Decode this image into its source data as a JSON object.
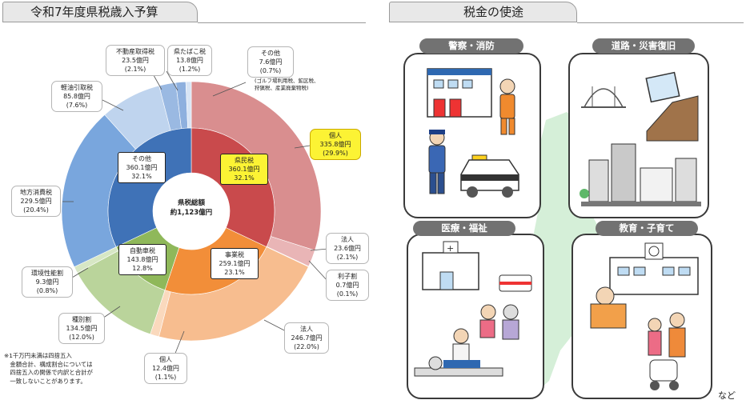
{
  "left_panel": {
    "title": "令和7年度県税歳入予算"
  },
  "right_panel": {
    "title": "税金の使途"
  },
  "center": {
    "line1": "県税総額",
    "line2": "約1,123億円"
  },
  "inner_ring": [
    {
      "name": "県民税",
      "amount": "360.1億円",
      "pct": "32.1%",
      "value": 360.1,
      "color": "#c94a4c"
    },
    {
      "name": "事業税",
      "amount": "259.1億円",
      "pct": "23.1%",
      "value": 259.1,
      "color": "#f28e39"
    },
    {
      "name": "自動車税",
      "amount": "143.8億円",
      "pct": "12.8%",
      "value": 143.8,
      "color": "#8fb85a"
    },
    {
      "name": "その他",
      "amount": "360.1億円",
      "pct": "32.1%",
      "value": 360.1,
      "color": "#3f72b7"
    }
  ],
  "outer_ring": [
    {
      "name": "個人",
      "amount": "335.8億円",
      "pct": "(29.9%)",
      "value": 335.8,
      "color": "#d98e8f"
    },
    {
      "name": "法人",
      "amount": "23.6億円",
      "pct": "(2.1%)",
      "value": 23.6,
      "color": "#e9b5b6"
    },
    {
      "name": "利子割",
      "amount": "0.7億円",
      "pct": "(0.1%)",
      "value": 0.7,
      "color": "#efc9c9"
    },
    {
      "name": "法人",
      "amount": "246.7億円",
      "pct": "(22.0%)",
      "value": 246.7,
      "color": "#f7bd8f"
    },
    {
      "name": "個人",
      "amount": "12.4億円",
      "pct": "(1.1%)",
      "value": 12.4,
      "color": "#fad9bd"
    },
    {
      "name": "種別割",
      "amount": "134.5億円",
      "pct": "(12.0%)",
      "value": 134.5,
      "color": "#bad49b"
    },
    {
      "name": "環境性能割",
      "amount": "9.3億円",
      "pct": "(0.8%)",
      "value": 9.3,
      "color": "#d7e7c5"
    },
    {
      "name": "地方消費税",
      "amount": "229.5億円",
      "pct": "(20.4%)",
      "value": 229.5,
      "color": "#79a6dd"
    },
    {
      "name": "軽油引取税",
      "amount": "85.8億円",
      "pct": "(7.6%)",
      "value": 85.8,
      "color": "#bfd4ee"
    },
    {
      "name": "不動産取得税",
      "amount": "23.5億円",
      "pct": "(2.1%)",
      "value": 23.5,
      "color": "#9ab9e2"
    },
    {
      "name": "県たばこ税",
      "amount": "13.8億円",
      "pct": "(1.2%)",
      "value": 13.8,
      "color": "#8eb0de"
    },
    {
      "name": "その他",
      "amount": "7.6億円",
      "pct": "(0.7%)",
      "value": 7.6,
      "color": "#d8e5f5"
    }
  ],
  "other_note": "(ゴルフ場利用税、鉱区税、\n狩猟税、産業廃棄物税)",
  "footnote": "※1千万円未満は四捨五入\n　金額合計、構成割合については\n　四捨五入の関係で内訳と合計が\n　一致しないことがあります。",
  "uses": [
    {
      "label": "警察・消防"
    },
    {
      "label": "道路・災害復旧"
    },
    {
      "label": "医療・福祉"
    },
    {
      "label": "教育・子育て"
    }
  ],
  "uses_suffix": "など"
}
